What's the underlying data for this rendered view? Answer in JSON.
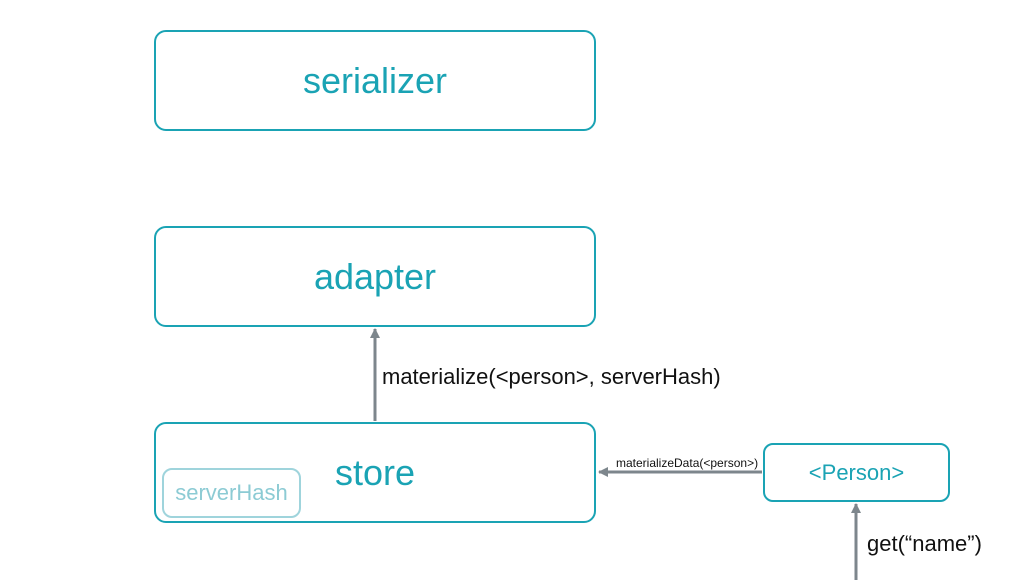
{
  "nodes": {
    "serializer": "serializer",
    "adapter": "adapter",
    "store": "store",
    "server_hash": "serverHash",
    "person": "<Person>"
  },
  "edges": {
    "store_to_adapter": "materialize(<person>, serverHash)",
    "person_to_store": "materializeData(<person>)",
    "into_person": "get(“name”)"
  },
  "colors": {
    "node_stroke": "#1aa3b4",
    "node_text": "#1aa3b4",
    "inner_node_stroke": "#9fd4dc",
    "arrow": "#7d868c",
    "edge_text": "#111111"
  }
}
